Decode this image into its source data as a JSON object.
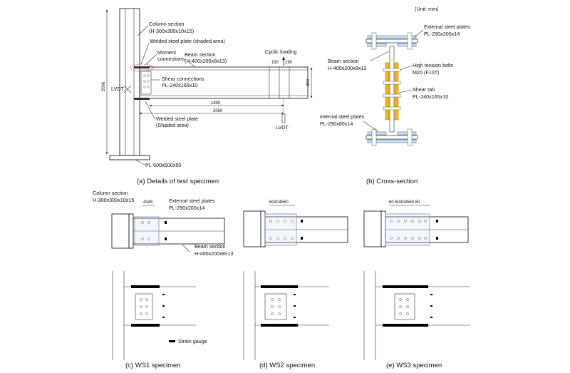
{
  "unit_note": "(Unit: mm)",
  "panel_a": {
    "caption": "(a) Details of test specimen",
    "column_section_l1": "Column section",
    "column_section_l2": "(H-300x300x10x15)",
    "welded_plate_top": "Welded steel plate (shaded area)",
    "moment_l1": "Moment",
    "moment_l2": "connections",
    "beam_section_l1": "Beam section",
    "beam_section_l2": "(H-400x200x8x13)",
    "cyclic_loading": "Cyclic loading",
    "dim_190a": "190",
    "dim_190b": "190",
    "dim_400": "400",
    "dim_2000": "2000",
    "lvdt_left": "LVDT",
    "shear_l1": "Shear connections",
    "shear_l2": "PL-240x165x10",
    "dim_1850": "1850",
    "dim_2050": "2050",
    "welded_bottom_l1": "Welded steel plate",
    "welded_bottom_l2": "(Shaded area)",
    "lvdt_bottom": "LVDT",
    "base_plate": "PL-500x500x50"
  },
  "panel_b": {
    "caption": "(b) Cross-section",
    "ext_plates_l1": "External steel plates",
    "ext_plates_l2": "PL-290x200x14",
    "beam_l1": "Beam section",
    "beam_l2": "H-400x200x8x13",
    "bolts_l1": "High tension bolts",
    "bolts_l2": "M20 (F10T)",
    "tab_l1": "Shear tab",
    "tab_l2": "PL-240x165x10",
    "int_plates_l1": "Internal steel plates",
    "int_plates_l2": "PL-290x80x14"
  },
  "panel_c": {
    "caption": "(c) WS1 specimen",
    "col_l1": "Column section",
    "col_l2": "H-300x300x10x15",
    "dims": "4045",
    "ext_l1": "External steel plates",
    "ext_l2": "PL-290x200x14",
    "beam_l1": "Beam section",
    "beam_l2": "H-400x200x8x13",
    "legend": "Strain gauge"
  },
  "panel_d": {
    "caption": "(d)   WS2 specimen",
    "dims": "60404560"
  },
  "panel_e": {
    "caption": "(e) WS3 specimen",
    "dims": "60  60404560  60"
  },
  "colors": {
    "plate": "#cfe0f2",
    "shear_tab": "#f2b619",
    "line": "#222222",
    "moment_ellipse": "#d9363e"
  }
}
